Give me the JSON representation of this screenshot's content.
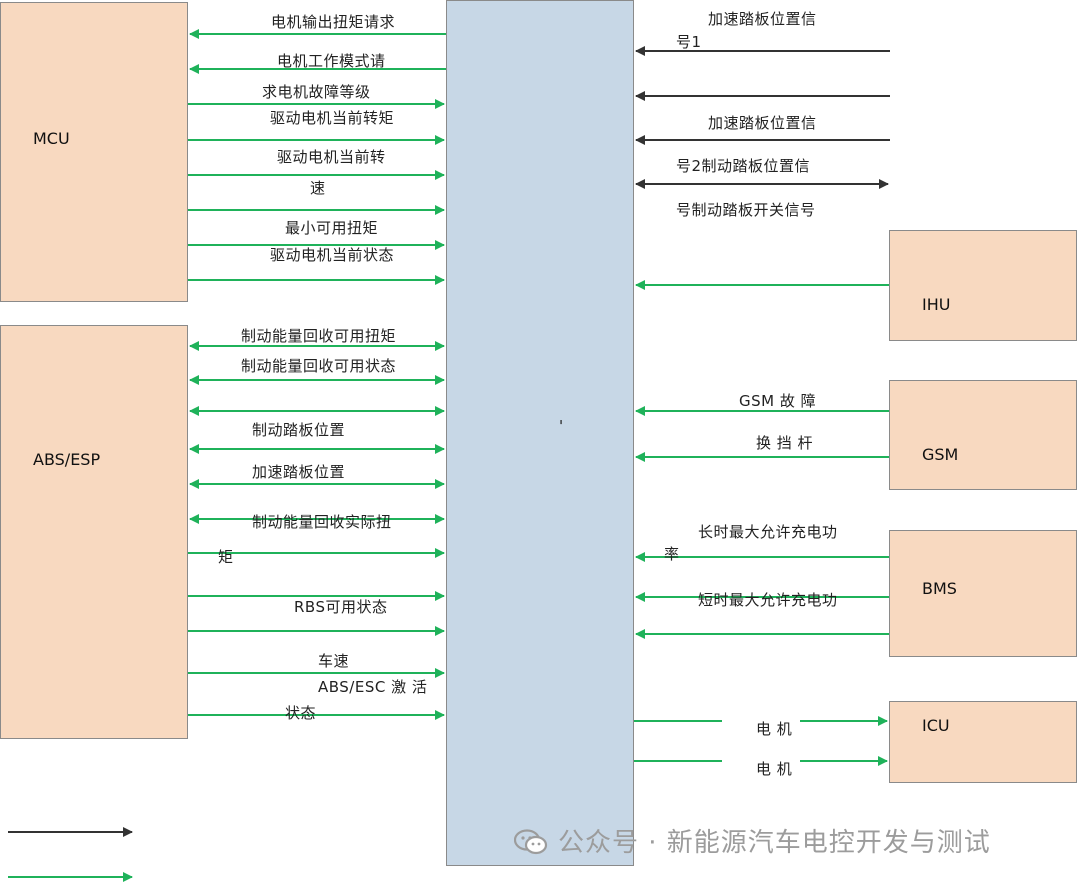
{
  "colors": {
    "green": "#1fb25a",
    "dark": "#333333",
    "module_fill": "#f8d9c0",
    "center_fill": "#c7d7e6"
  },
  "modules": {
    "mcu": "MCU",
    "abs": "ABS/ESP",
    "ihu": "IHU",
    "gsm": "GSM",
    "bms": "BMS",
    "icu": "ICU"
  },
  "center": {
    "mark": "'"
  },
  "mcu_signals": [
    "电机输出扭矩请求",
    "电机工作模式请",
    "求电机故障等级",
    "驱动电机当前转矩",
    "驱动电机当前转",
    "速",
    "最小可用扭矩",
    "驱动电机当前状态"
  ],
  "abs_signals": [
    "制动能量回收可用扭矩",
    "制动能量回收可用状态",
    "制动踏板位置",
    "加速踏板位置",
    "制动能量回收实际扭",
    "矩",
    "RBS可用状态",
    "车速",
    "ABS/ESC 激 活",
    "状态"
  ],
  "top_right_signals": [
    "加速踏板位置信",
    "号1",
    "加速踏板位置信",
    "号2制动踏板位置信",
    "号制动踏板开关信号"
  ],
  "gsm_signals": [
    "GSM 故 障",
    "换 挡 杆"
  ],
  "bms_signals": [
    "长时最大允许充电功",
    "率",
    "短时最大允许充电功"
  ],
  "icu_signals": [
    "电 机",
    "电 机"
  ],
  "watermark": "公众号 · 新能源汽车电控开发与测试"
}
